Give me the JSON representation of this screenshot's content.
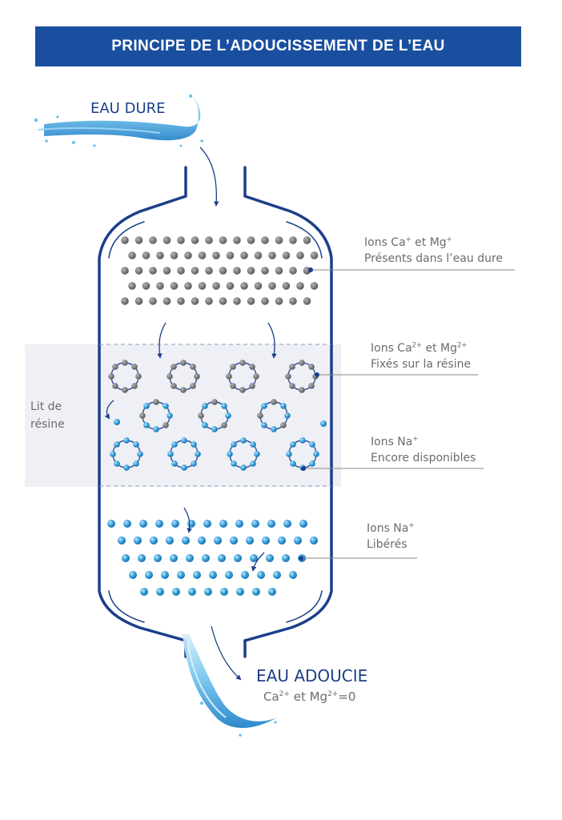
{
  "title": "PRINCIPE DE L’ADOUCISSEMENT DE L’EAU",
  "inlet_label": "EAU DURE",
  "outlet_label": "EAU ADOUCIE",
  "outlet_formula": {
    "ca": "Ca",
    "ca_charge": "2+",
    "mid": " et Mg",
    "mg_charge": "2+",
    "end": "=0"
  },
  "resin_bed": {
    "line1": "Lit de",
    "line2": "résine"
  },
  "annotations": {
    "hard_ions": {
      "ca": "Ions Ca",
      "ca_charge": "+",
      "mid": " et Mg",
      "mg_charge": "+",
      "line2": "Présents dans l’eau dure"
    },
    "fixed_ions": {
      "ca": "Ions Ca",
      "ca_charge": "2+",
      "mid": " et Mg",
      "mg_charge": "2+",
      "line2": "Fixés sur la résine"
    },
    "available_na": {
      "line1": "Ions Na",
      "charge": "+",
      "line2": "Encore disponibles"
    },
    "released_na": {
      "line1": "Ions Na",
      "charge": "+",
      "line2": "Libérés"
    }
  },
  "colors": {
    "banner": "#1a4fa0",
    "vessel": "#1b3f8a",
    "hard_ion": "#6e6e70",
    "sodium_ion": "#2f9ad8",
    "resin_zone": "#eef0f5",
    "water": "#5ab4e6"
  }
}
